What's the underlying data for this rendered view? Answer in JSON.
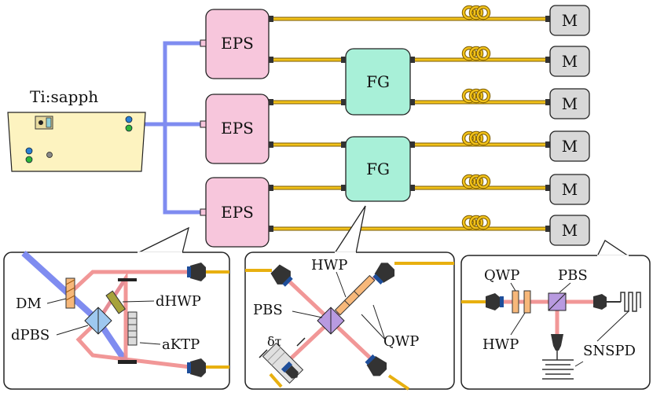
{
  "source_label": "Ti:sapph",
  "eps_label": "EPS",
  "fg_label": "FG",
  "module_label": "M",
  "inset_left": {
    "dm": "DM",
    "dpbs": "dPBS",
    "dhwp": "dHWP",
    "aktp": "aKTP"
  },
  "inset_middle": {
    "hwp": "HWP",
    "pbs": "PBS",
    "qwp": "QWP",
    "delay": "δτ"
  },
  "inset_right": {
    "qwp": "QWP",
    "pbs": "PBS",
    "hwp": "HWP",
    "snspd": "SNSPD"
  },
  "colors": {
    "pump": "#7f8cf0",
    "fiber": "#e8b010",
    "eps_fill": "#f7c6dc",
    "fg_fill": "#a8f0d8",
    "module_fill": "#d8d8d8",
    "laser_fill": "#fdf3c0",
    "beam": "#f08c8c"
  }
}
